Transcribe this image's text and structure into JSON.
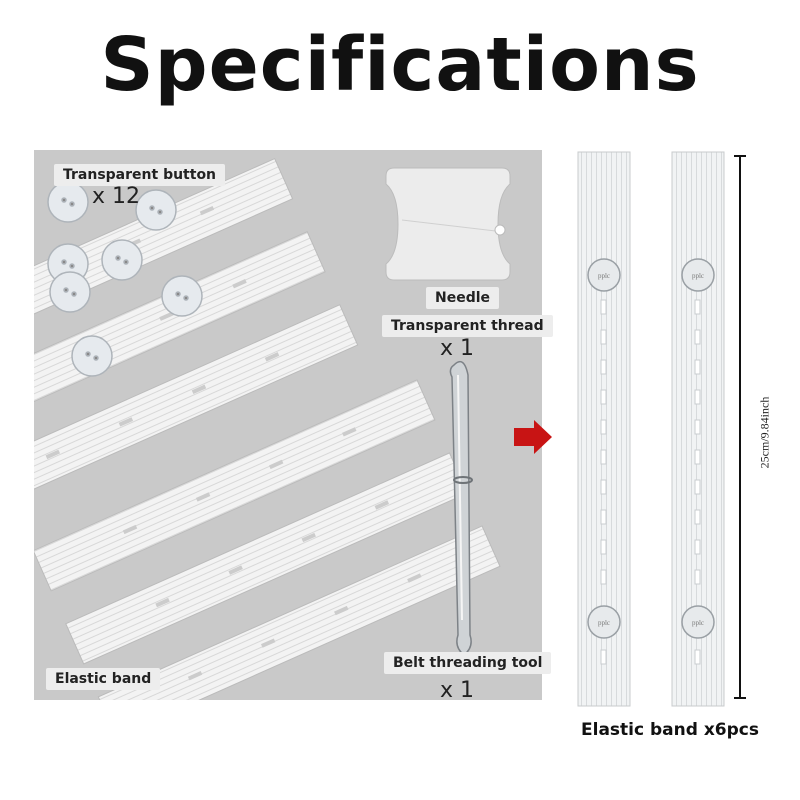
{
  "title": "Specifications",
  "labels": {
    "button": "Transparent button",
    "button_qty": "x 12",
    "needle": "Needle",
    "thread": "Transparent thread",
    "thread_qty": "x 1",
    "elastic": "Elastic band",
    "tool": "Belt threading tool",
    "tool_qty": "x 1"
  },
  "measurement": "25cm/9.84inch",
  "caption": "Elastic band x6pcs",
  "button_mark": "pplc",
  "colors": {
    "arrow": "#c81414",
    "panel": "#c9c9c9"
  },
  "icons": [
    "elastic-band-strip-icon",
    "transparent-button-icon",
    "thread-bobbin-icon",
    "threading-tool-icon",
    "right-arrow-icon"
  ]
}
